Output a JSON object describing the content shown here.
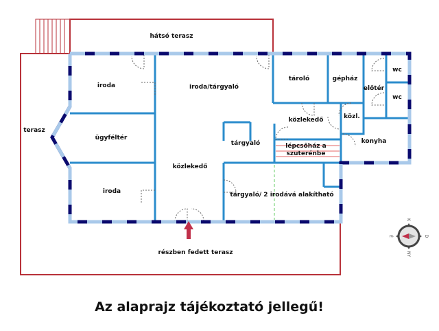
{
  "rooms": {
    "hatso_terasz": "hátsó terasz",
    "terasz": "terasz",
    "iroda1": "iroda",
    "iroda_targyalo": "iroda/tárgyaló",
    "ugyfelter": "ügyféltér",
    "iroda2": "iroda",
    "kozlekedo1": "közlekedő",
    "targyalo": "tárgyaló",
    "taroló": "tároló",
    "gephaz": "gépház",
    "eloter": "előtér",
    "wc1": "wc",
    "wc2": "wc",
    "kozlekedo2": "közlekedő",
    "kozl": "közl.",
    "konyha": "konyha",
    "lepcsohaz1": "lépcsőház a",
    "lepcsohaz2": "szuterénbe",
    "targyalo2": "tárgyaló/ 2 irodává alakítható",
    "fedett_terasz": "részben fedett terasz"
  },
  "compass": {
    "n": "K",
    "e": "D",
    "s": "NY",
    "w": "É"
  },
  "disclaimer": "Az alaprajz tájékoztató jellegű!"
}
